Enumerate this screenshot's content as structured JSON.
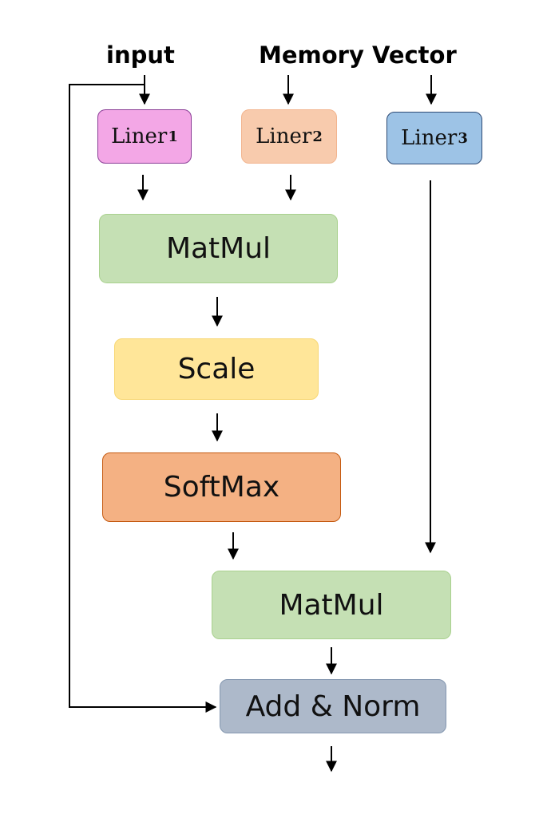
{
  "labels": {
    "input": "input",
    "memory_vector": "Memory Vector"
  },
  "nodes": {
    "liner1": {
      "text": "Liner",
      "sub": "1"
    },
    "liner2": {
      "text": "Liner",
      "sub": "2"
    },
    "liner3": {
      "text": "Liner",
      "sub": "3"
    },
    "matmul1": "MatMul",
    "scale": "Scale",
    "softmax": "SoftMax",
    "matmul2": "MatMul",
    "add_norm": "Add & Norm"
  },
  "edges": [
    [
      "input",
      "liner1"
    ],
    [
      "memory_vector",
      "liner2"
    ],
    [
      "memory_vector",
      "liner3"
    ],
    [
      "liner1",
      "matmul1"
    ],
    [
      "liner2",
      "matmul1"
    ],
    [
      "matmul1",
      "scale"
    ],
    [
      "scale",
      "softmax"
    ],
    [
      "softmax",
      "matmul2"
    ],
    [
      "liner3",
      "matmul2"
    ],
    [
      "matmul2",
      "add_norm"
    ],
    [
      "input",
      "add_norm"
    ],
    [
      "add_norm",
      "output"
    ]
  ],
  "colors": {
    "liner1": "#f3a7e6",
    "liner2": "#f8cbad",
    "liner3": "#9dc3e6",
    "matmul": "#c5e0b4",
    "scale": "#ffe699",
    "softmax": "#f4b183",
    "add_norm": "#adb9ca"
  }
}
